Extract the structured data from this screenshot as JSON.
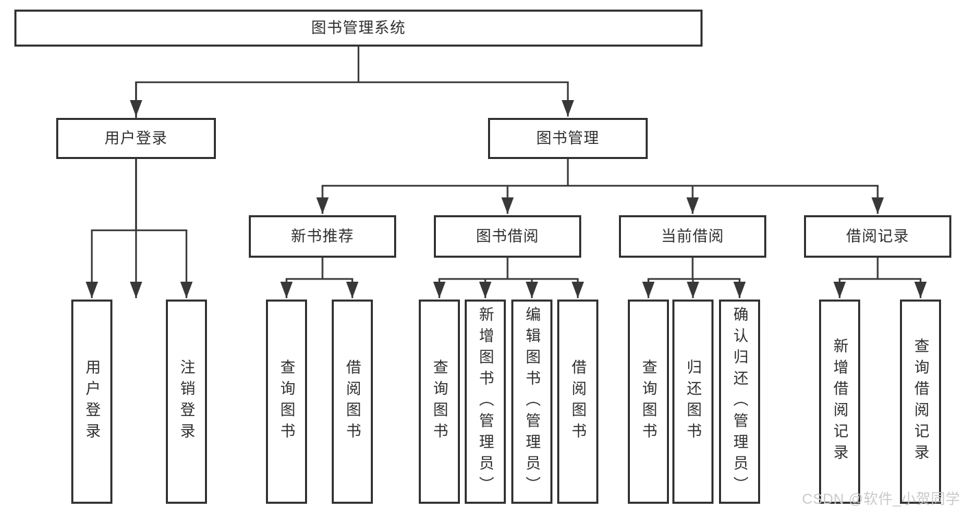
{
  "diagram_type": "hierarchy-tree",
  "tree": {
    "label": "图书管理系统",
    "children": [
      {
        "label": "用户登录",
        "children": [
          {
            "label": "用户登录"
          },
          {
            "label": "注销登录"
          }
        ]
      },
      {
        "label": "图书管理",
        "children": [
          {
            "label": "新书推荐",
            "children": [
              {
                "label": "查询图书"
              },
              {
                "label": "借阅图书"
              }
            ]
          },
          {
            "label": "图书借阅",
            "children": [
              {
                "label": "查询图书"
              },
              {
                "label": "新增图书（管理员）"
              },
              {
                "label": "编辑图书（管理员）"
              },
              {
                "label": "借阅图书"
              }
            ]
          },
          {
            "label": "当前借阅",
            "children": [
              {
                "label": "查询图书"
              },
              {
                "label": "归还图书"
              },
              {
                "label": "确认归还（管理员）"
              }
            ]
          },
          {
            "label": "借阅记录",
            "children": [
              {
                "label": "新增借阅记录"
              },
              {
                "label": "查询借阅记录"
              }
            ]
          }
        ]
      }
    ]
  },
  "watermark": {
    "text": "CSDN @软件_小贺同学"
  },
  "colors": {
    "line": "#383838",
    "border": "#333333",
    "text": "#2e2e2e",
    "watermark": "#c9c9c9",
    "background": "#ffffff"
  }
}
